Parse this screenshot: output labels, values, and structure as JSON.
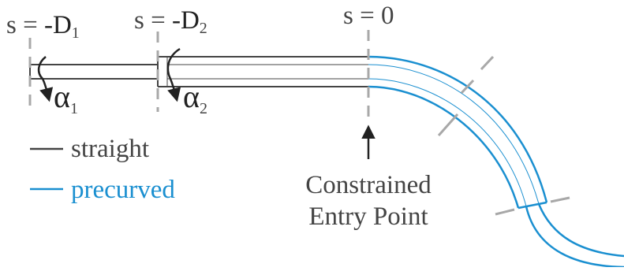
{
  "labels": {
    "s1_prefix": "s = ",
    "s1_var": "-D",
    "s1_sub": "1",
    "s2_prefix": "s = ",
    "s2_var": "-D",
    "s2_sub": "2",
    "s0": "s = 0",
    "alpha1": "α",
    "alpha1_sub": "1",
    "alpha2": "α",
    "alpha2_sub": "2"
  },
  "legend": {
    "straight": "straight",
    "precurved": "precurved"
  },
  "annotation": {
    "line1": "Constrained",
    "line2": "Entry Point"
  },
  "colors": {
    "straight": "#444444",
    "precurved": "#1a8fd0",
    "marker": "#a8a8a8",
    "text": "#444444"
  }
}
